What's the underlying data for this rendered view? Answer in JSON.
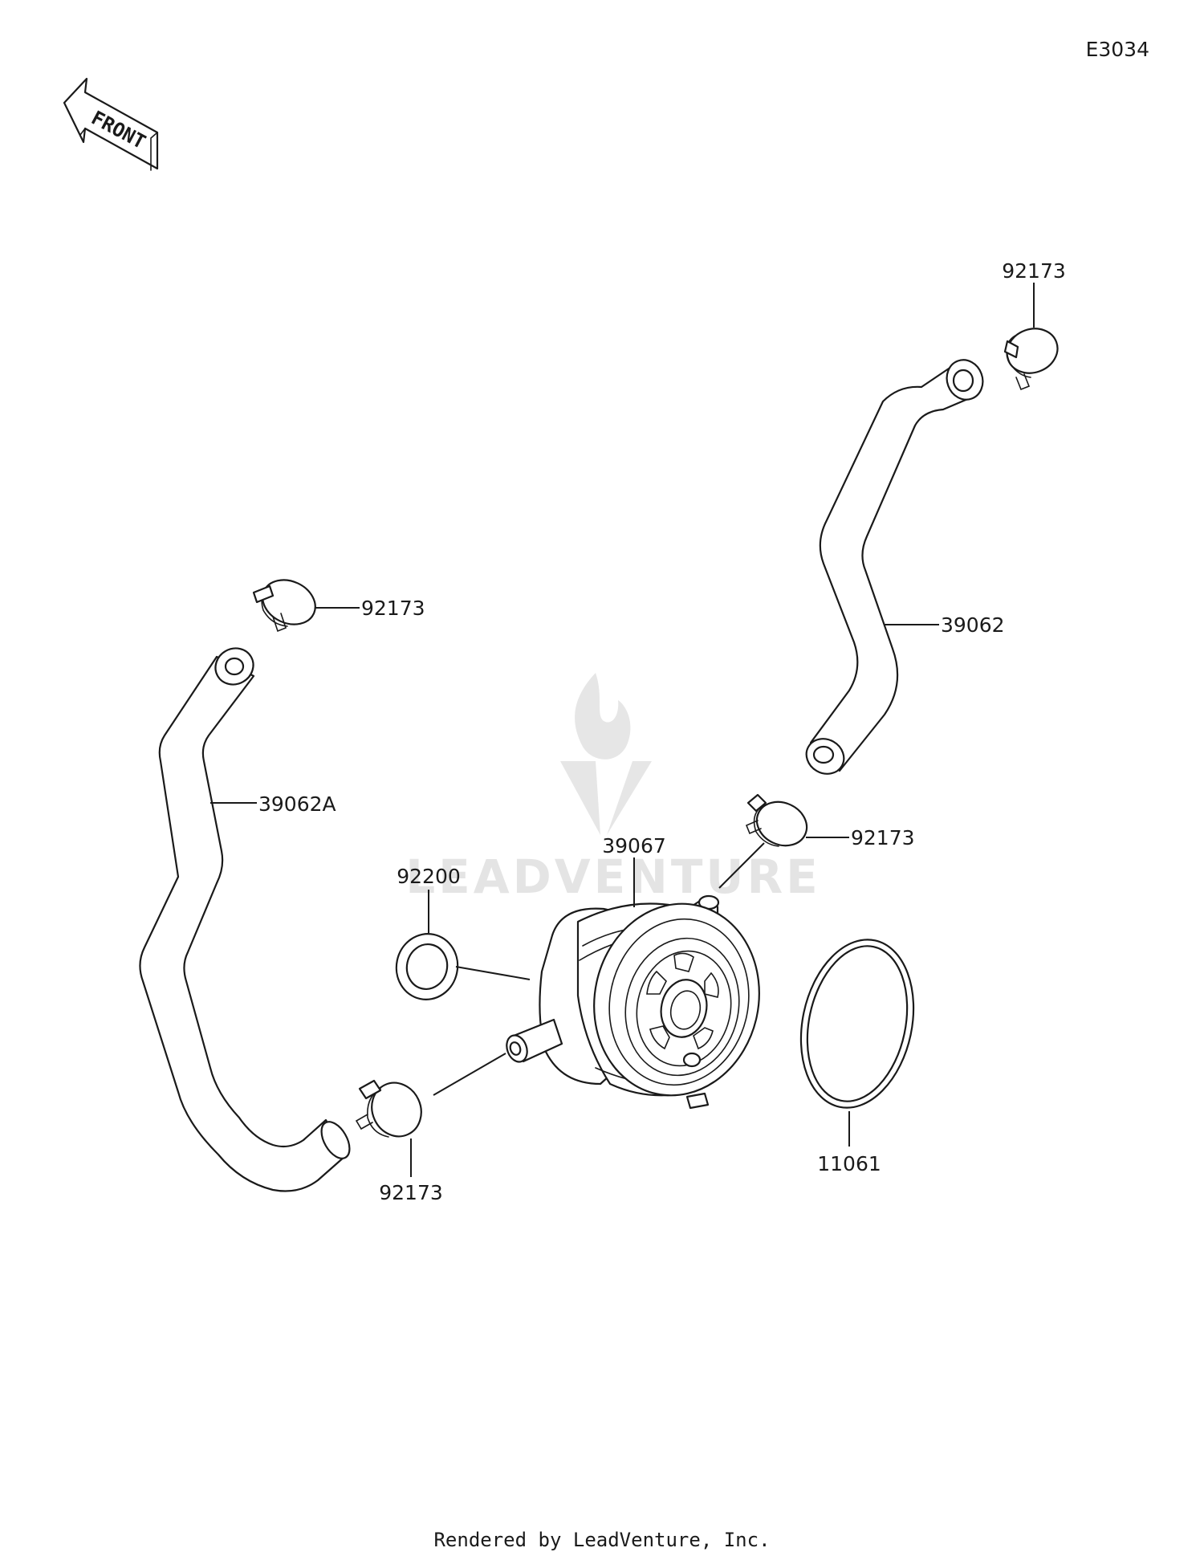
{
  "diagram_code": "E3034",
  "front_label": "FRONT",
  "watermark": "LEADVENTURE",
  "footer": "Rendered by LeadVenture, Inc.",
  "parts": [
    {
      "number": "92173"
    },
    {
      "number": "39062"
    },
    {
      "number": "92173"
    },
    {
      "number": "39067"
    },
    {
      "number": "92200"
    },
    {
      "number": "92173"
    },
    {
      "number": "39062A"
    },
    {
      "number": "92173"
    },
    {
      "number": "11061"
    }
  ]
}
